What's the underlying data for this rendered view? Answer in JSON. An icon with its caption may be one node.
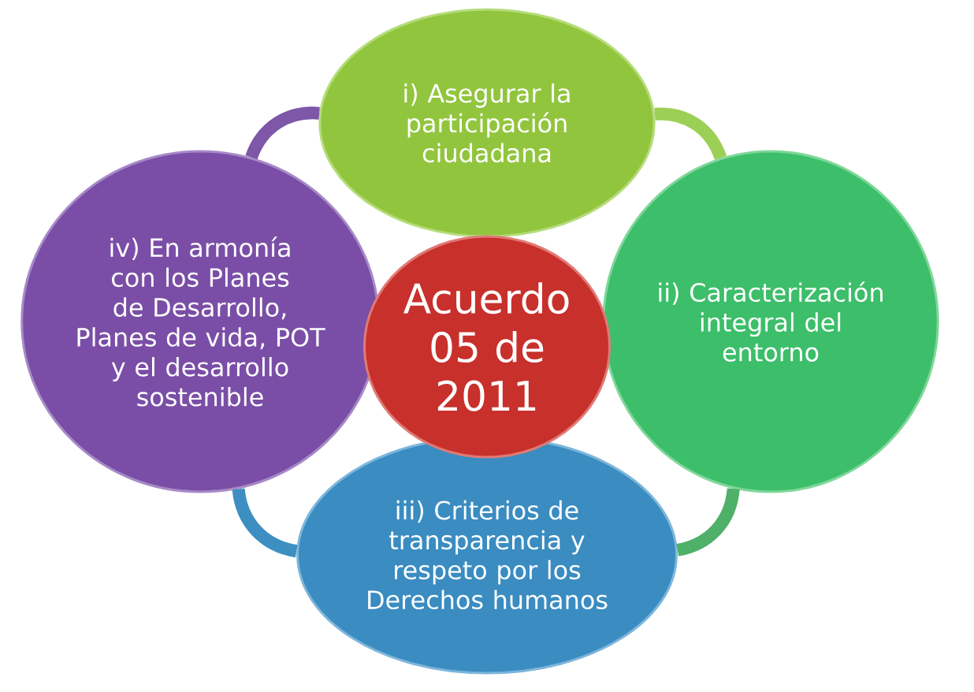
{
  "diagram": {
    "nodes": [
      {
        "text": [
          "i) Asegurar la participación ciudadana"
        ]
      },
      {
        "text": [
          "ii) Caracterización integral del entorno"
        ]
      },
      {
        "text": [
          "iii) Criterios de transparencia y respeto por los Derechos humanos"
        ]
      },
      {
        "text": [
          "iv) En armonía con los Planes de Desarrollo, Planes de vida, POT y el desarrollo sostenible"
        ]
      },
      {
        "text": [
          "Acuerdo 05 de 2011"
        ]
      }
    ],
    "edges": [
      {
        "from": 0,
        "to": 1,
        "arrow": "none",
        "color": "#9ccf55"
      },
      {
        "from": 1,
        "to": 2,
        "arrow": "none",
        "color": "#4fb06a"
      },
      {
        "from": 2,
        "to": 3,
        "arrow": "none",
        "color": "#3d8fc2"
      },
      {
        "from": 3,
        "to": 0,
        "arrow": "none",
        "color": "#7e57a8"
      }
    ]
  }
}
